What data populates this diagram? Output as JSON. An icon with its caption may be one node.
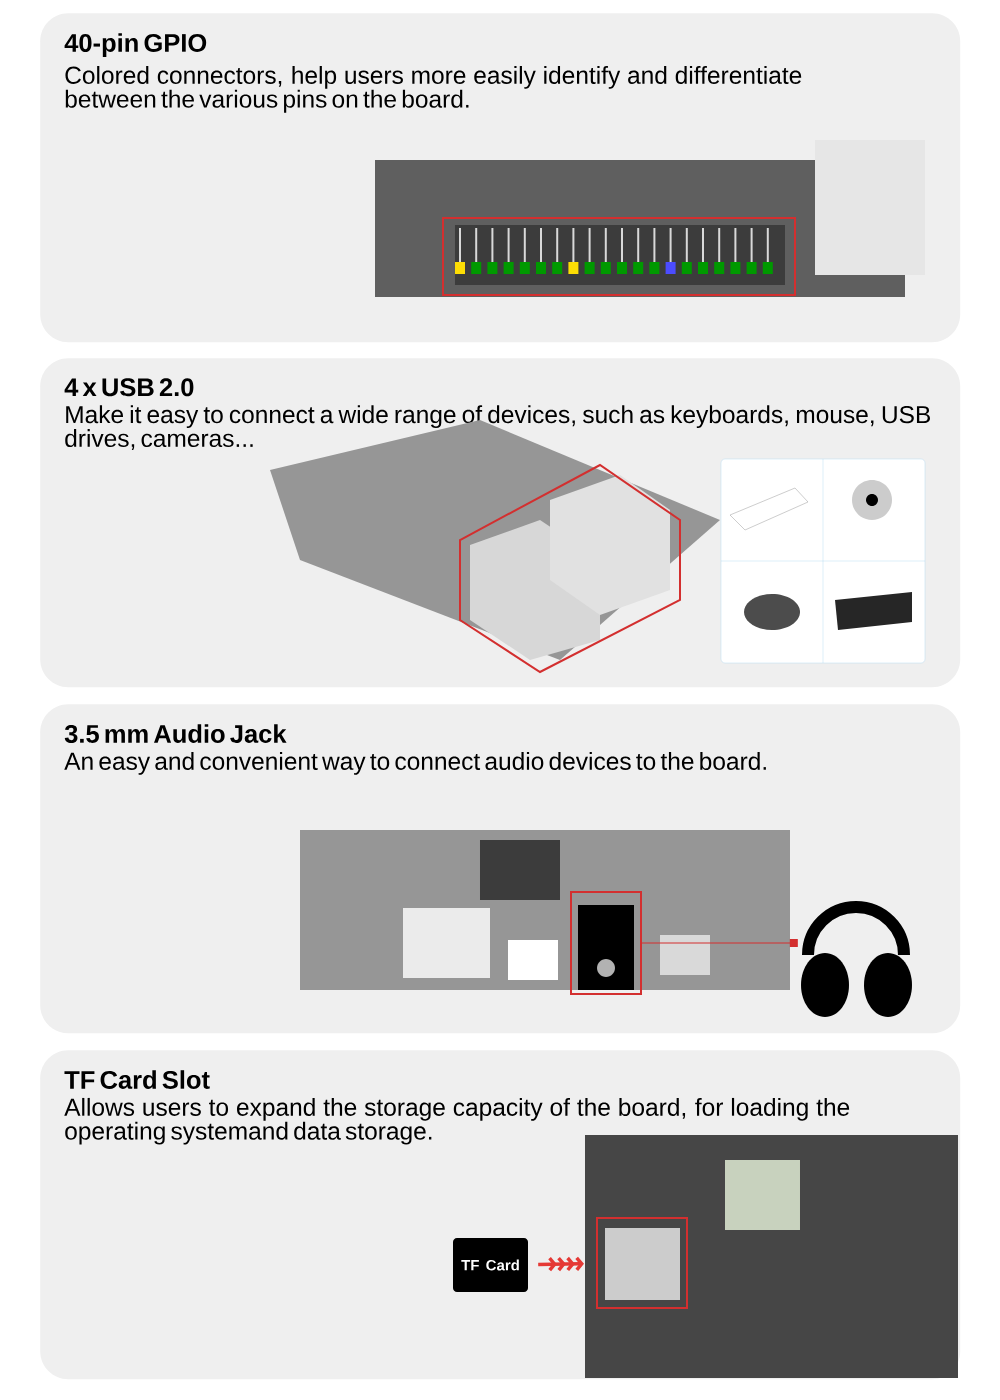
{
  "diagram": {
    "nodes": [
      {
        "text": [
          "40-pin GPIO",
          "Colored connectors, help users more easily identify and differentiate between the various pins on the board."
        ]
      },
      {
        "text": [
          "4 x USB 2.0",
          "Make it easy to connect a wide range of devices, such as keyboards, mouse, USB drives, cameras..."
        ]
      },
      {
        "text": [
          "3.5 mm Audio Jack",
          "An easy and convenient way to connect audio devices to the board."
        ]
      },
      {
        "text": [],
        "shape": "box",
        "in": 2
      },
      {
        "text": [],
        "shape": "picture",
        "in": 2
      },
      {
        "text": [
          "TF Card Slot",
          "Allows users to expand the storage capacity of the board, for loading the operating systemand data storage."
        ]
      },
      {
        "text": [
          "TF Card"
        ],
        "in": 5
      },
      {
        "text": [],
        "shape": "box",
        "in": 5
      }
    ],
    "edges": [
      {
        "from": 3,
        "to": 4,
        "arrow": "other",
        "color": "#d32f2f"
      },
      {
        "from": 6,
        "to": 7,
        "arrow": "to",
        "color": "#e53935",
        "style": "thick"
      }
    ]
  }
}
